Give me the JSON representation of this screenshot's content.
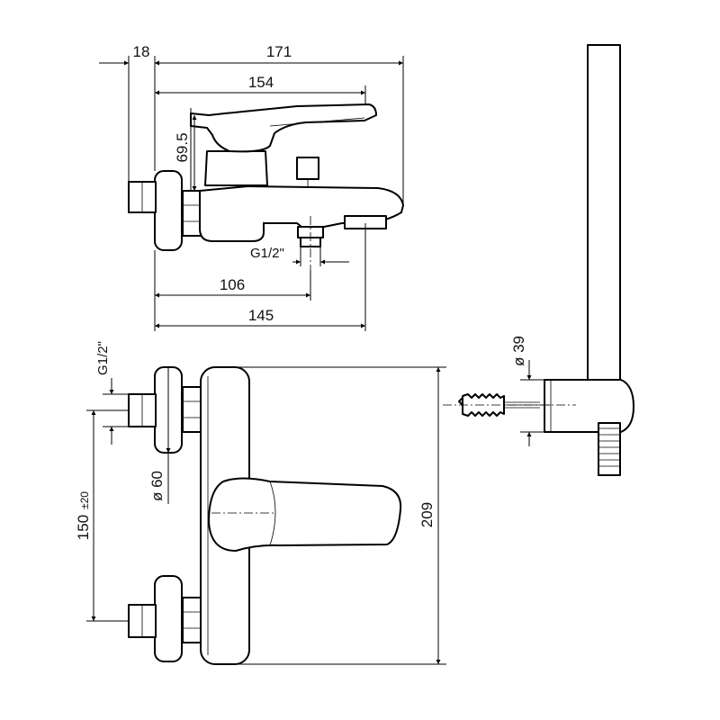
{
  "dimensions": {
    "d18": "18",
    "d171": "171",
    "d154": "154",
    "d69_5": "69.5",
    "g12_side": "G1/2\"",
    "d106": "106",
    "d145": "145",
    "g12_front": "G1/2\"",
    "d150": "150",
    "d150_tol": "±20",
    "phi60": "ø 60",
    "d209": "209",
    "phi39": "ø 39"
  }
}
